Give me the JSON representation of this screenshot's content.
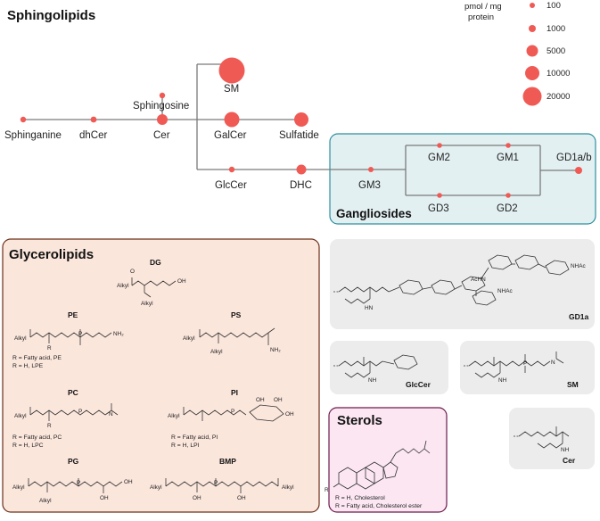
{
  "title": "Sphingolipids",
  "legend": {
    "title_line1": "pmol / mg",
    "title_line2": "protein",
    "items": [
      {
        "label": "100",
        "value": 100
      },
      {
        "label": "1000",
        "value": 1000
      },
      {
        "label": "5000",
        "value": 5000
      },
      {
        "label": "10000",
        "value": 10000
      },
      {
        "label": "20000",
        "value": 20000
      }
    ]
  },
  "pathway": {
    "nodes": [
      {
        "id": "sphinganine",
        "label": "Sphinganine"
      },
      {
        "id": "dhcer",
        "label": "dhCer"
      },
      {
        "id": "cer",
        "label": "Cer"
      },
      {
        "id": "sphingosine",
        "label": "Sphingosine"
      },
      {
        "id": "sm",
        "label": "SM"
      },
      {
        "id": "galcer",
        "label": "GalCer"
      },
      {
        "id": "sulfatide",
        "label": "Sulfatide"
      },
      {
        "id": "glccer",
        "label": "GlcCer"
      },
      {
        "id": "dhc",
        "label": "DHC"
      },
      {
        "id": "gm3",
        "label": "GM3"
      },
      {
        "id": "gm2",
        "label": "GM2"
      },
      {
        "id": "gm1",
        "label": "GM1"
      },
      {
        "id": "gd3",
        "label": "GD3"
      },
      {
        "id": "gd2",
        "label": "GD2"
      },
      {
        "id": "gd1ab",
        "label": "GD1a/b"
      }
    ],
    "gangliosides_label": "Gangliosides"
  },
  "glycerolipids": {
    "title": "Glycerolipids",
    "molecules": {
      "dg": {
        "name": "DG"
      },
      "pe": {
        "name": "PE",
        "note1": "R = Fatty acid, PE",
        "note2": "R = H, LPE"
      },
      "ps": {
        "name": "PS"
      },
      "pc": {
        "name": "PC",
        "note1": "R = Fatty acid, PC",
        "note2": "R = H, LPC"
      },
      "pi": {
        "name": "PI",
        "note1": "R = Fatty acid, PI",
        "note2": "R = H, LPI"
      },
      "pg": {
        "name": "PG"
      },
      "bmp": {
        "name": "BMP"
      }
    },
    "atoms": {
      "alkyl": "Alkyl",
      "oh": "OH",
      "nh2": "NH₂",
      "r": "R",
      "o": "O",
      "p": "P",
      "n": "N",
      "oho": "OH"
    }
  },
  "structures": {
    "gd1a": {
      "name": "GD1a"
    },
    "glccer": {
      "name": "GlcCer"
    },
    "sm": {
      "name": "SM"
    },
    "cer": {
      "name": "Cer"
    },
    "atoms": {
      "acHN": "AcHN",
      "nhac": "NHAc",
      "nh": "NH",
      "hn": "HN"
    }
  },
  "sterols": {
    "title": "Sterols",
    "note1": "R = H, Cholesterol",
    "note2": "R = Fatty acid, Cholesterol ester"
  },
  "colors": {
    "node": "#f05a55",
    "gangliosides_bg": "#e3f0f2",
    "gangliosides_border": "#2b8f9e",
    "glycerolipids_bg": "#fbe6dc",
    "glycerolipids_border": "#6b3018",
    "sterols_bg": "#fbe6f2",
    "sterols_border": "#6b1a4e",
    "structure_bg": "#ececec"
  }
}
